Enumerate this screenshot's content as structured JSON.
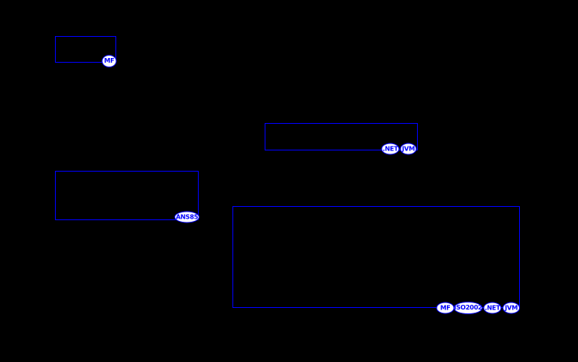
{
  "canvas": {
    "background": "#000000",
    "accent": "#0000ff",
    "badge_fill": "#ffffff"
  },
  "diagram": {
    "boxes": [
      {
        "id": "box-mf",
        "badges": [
          {
            "label": "MF"
          }
        ]
      },
      {
        "id": "box-net-jvm",
        "badges": [
          {
            "label": ".NET"
          },
          {
            "label": "JVM"
          }
        ]
      },
      {
        "id": "box-ans85",
        "badges": [
          {
            "label": "ANS85"
          }
        ]
      },
      {
        "id": "box-mf-iso2002-net-jvm",
        "badges": [
          {
            "label": "MF"
          },
          {
            "label": "ISO2002"
          },
          {
            "label": ".NET"
          },
          {
            "label": "JVM"
          }
        ]
      }
    ]
  }
}
